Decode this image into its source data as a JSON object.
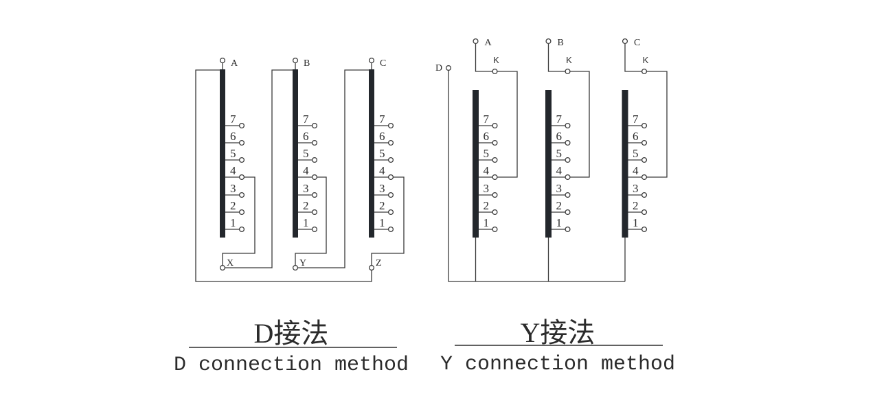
{
  "taps": [
    "7",
    "6",
    "5",
    "4",
    "3",
    "2",
    "1"
  ],
  "d_connection": {
    "title_cn": "D接法",
    "title_en": "D connection method",
    "link_tap": "4",
    "phases": [
      {
        "line_terminal": "A",
        "end_terminal": "X"
      },
      {
        "line_terminal": "B",
        "end_terminal": "Y"
      },
      {
        "line_terminal": "C",
        "end_terminal": "Z"
      }
    ]
  },
  "y_connection": {
    "title_cn": "Y接法",
    "title_en": "Y connection method",
    "neutral_terminal": "D",
    "link_tap": "4",
    "phases": [
      {
        "line_terminal": "A",
        "tap_terminal": "K"
      },
      {
        "line_terminal": "B",
        "tap_terminal": "K"
      },
      {
        "line_terminal": "C",
        "tap_terminal": "K"
      }
    ]
  },
  "colors": {
    "background": "#ffffff",
    "wire": "#3a3a3a",
    "winding": "#23272c",
    "text": "#2b2b2b"
  }
}
